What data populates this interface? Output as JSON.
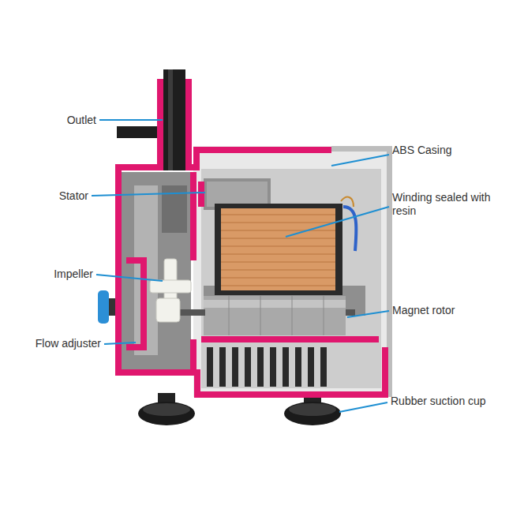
{
  "diagram": {
    "labels": [
      "Outlet",
      "Stator",
      "Impeller",
      "Flow adjuster",
      "ABS Casing",
      "Winding sealed with resin",
      "Magnet rotor",
      "Rubber suction cup"
    ]
  }
}
